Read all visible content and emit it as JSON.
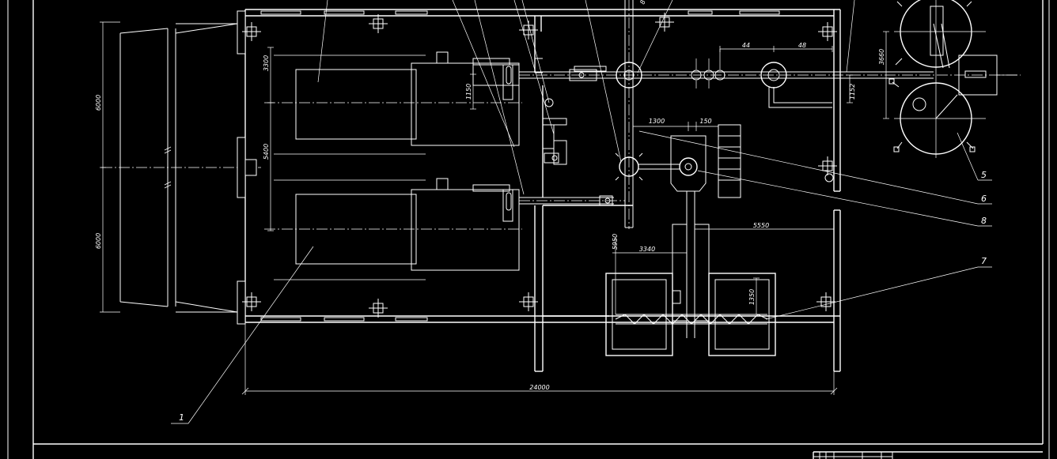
{
  "colors": {
    "background": "#000000",
    "line": "#ffffff"
  },
  "dimensions": {
    "d6000_top": "6000",
    "d6000_bottom": "6000",
    "d3300": "3300",
    "d5400": "5400",
    "d1150": "1150",
    "d1300": "1300",
    "d150": "150",
    "d44": "44",
    "d48": "48",
    "d3660": "3660",
    "d1152": "1152",
    "d5950": "5950",
    "d3340": "3340",
    "d5550": "5550",
    "d1350": "1350",
    "d24000": "24000"
  },
  "callouts": {
    "c1": "1",
    "c5": "5",
    "c6": "6",
    "c7": "7",
    "c8": "8"
  }
}
